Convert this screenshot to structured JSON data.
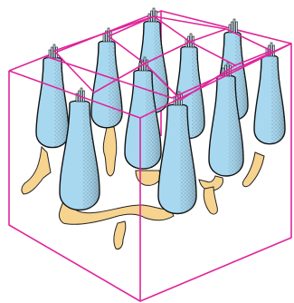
{
  "diagram": {
    "colors": {
      "box_edge": "#e0249a",
      "cell_fill": "#a8d8f0",
      "cell_shade": "#1e1e1e",
      "fiber_fill": "#f6d38f",
      "hair_fill": "#cfe6f5",
      "outline": "#111111"
    },
    "elements": [
      "hair-cell",
      "stereocilia-bundle",
      "nerve-fiber",
      "tissue-block-outline"
    ]
  }
}
